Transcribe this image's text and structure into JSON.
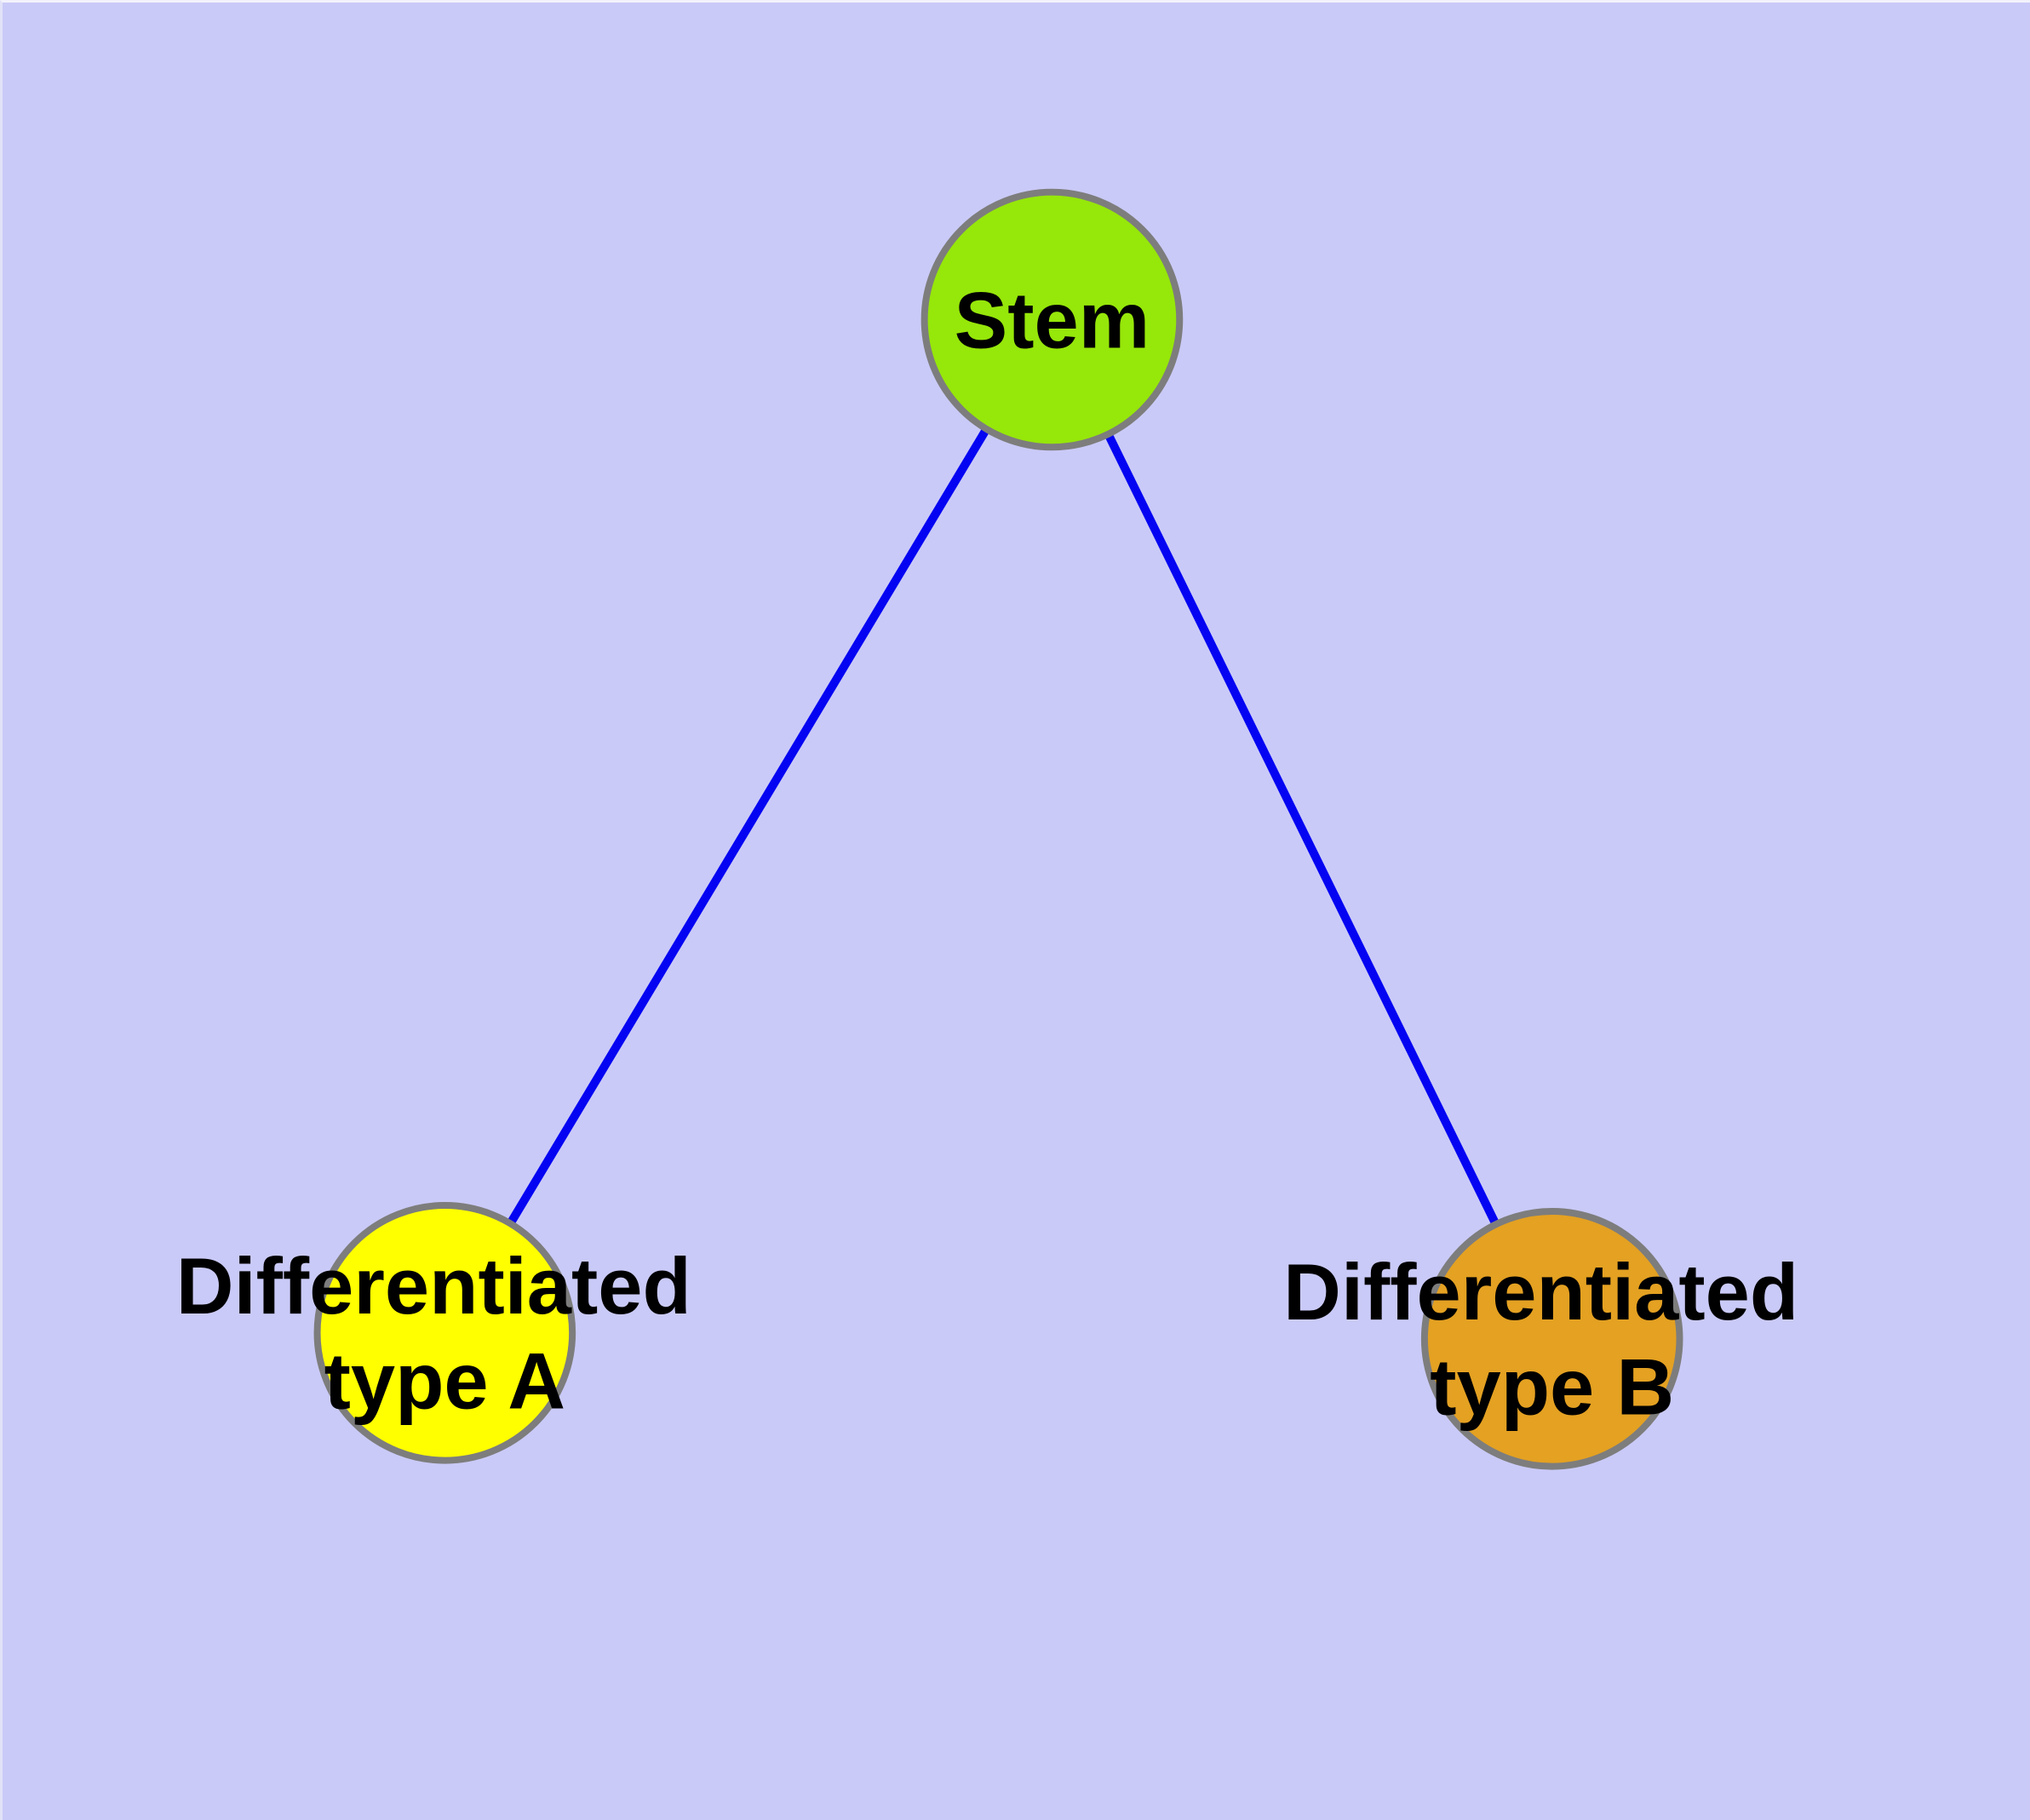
{
  "diagram": {
    "type": "node-link-graph",
    "background_color": "#CACAF8",
    "edge_color": "#0404F2",
    "node_stroke_color": "#7D7D7D",
    "nodes": [
      {
        "id": "stem",
        "label": "Stem",
        "lines": [
          "Stem"
        ],
        "fill": "#96E70A"
      },
      {
        "id": "differentiated-type-a",
        "label": "Differentiated type A",
        "lines": [
          "Differentiated",
          "type A"
        ],
        "fill": "#FFFF00"
      },
      {
        "id": "differentiated-type-b",
        "label": "Differentiated type B",
        "lines": [
          "Differentiated",
          "type B"
        ],
        "fill": "#E4A122"
      }
    ],
    "edges": [
      {
        "from": "Stem",
        "to": "Differentiated type A"
      },
      {
        "from": "Stem",
        "to": "Differentiated type B"
      }
    ]
  }
}
